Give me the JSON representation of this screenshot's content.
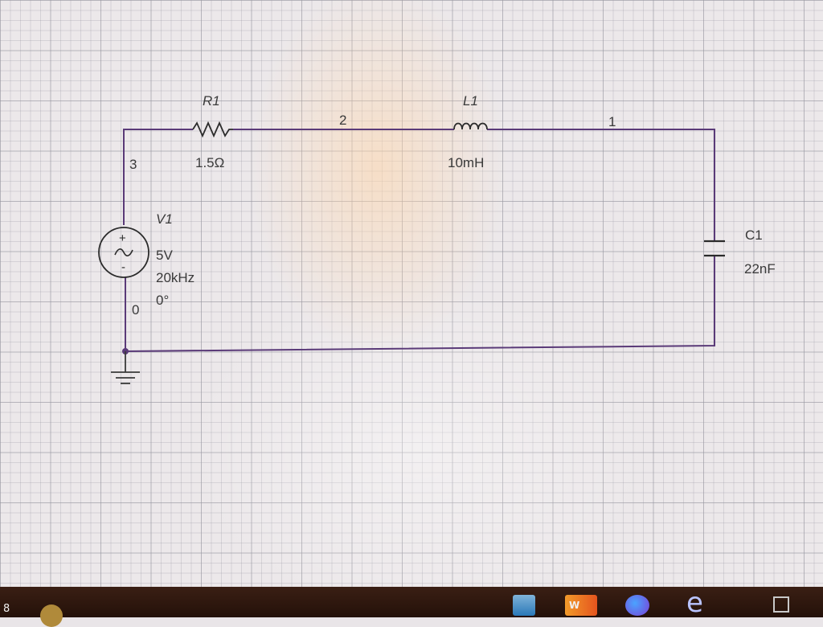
{
  "circuit": {
    "r1": {
      "name": "R1",
      "value": "1.5Ω"
    },
    "l1": {
      "name": "L1",
      "value": "10mH"
    },
    "c1": {
      "name": "C1",
      "value": "22nF"
    },
    "v1": {
      "name": "V1",
      "amplitude": "5V",
      "frequency": "20kHz",
      "phase": "0°",
      "plus": "+",
      "minus": "-"
    },
    "nodes": {
      "n1": "1",
      "n2": "2",
      "n3": "3",
      "n0": "0"
    }
  },
  "colors": {
    "wire": "#5a3a78",
    "component": "#2b2b2b",
    "text": "#3a3a3a"
  },
  "taskbar": {
    "word_letter": "W",
    "edge_letter": "e",
    "left_char": "8"
  }
}
